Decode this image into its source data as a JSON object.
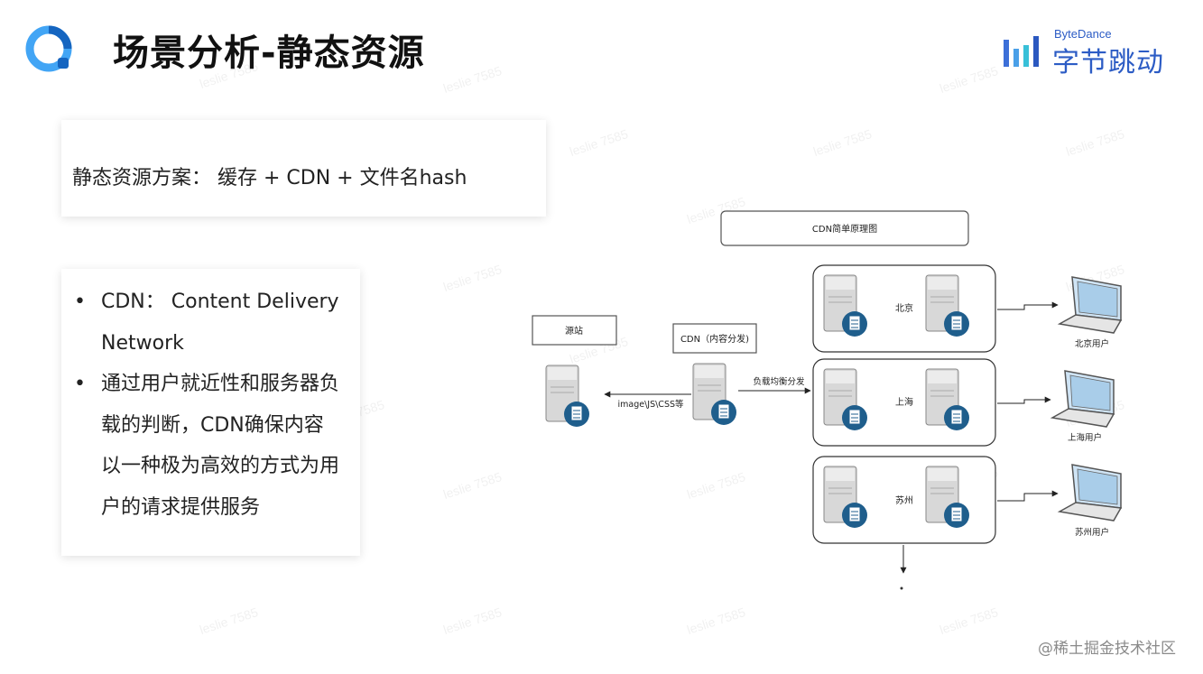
{
  "header": {
    "title": "场景分析-静态资源",
    "brand_en": "ByteDance",
    "brand_zh": "字节跳动"
  },
  "card1": {
    "text": "静态资源方案：  缓存 + CDN + 文件名hash"
  },
  "card2": {
    "bullets": [
      "CDN：  Content Delivery Network",
      "通过用户就近性和服务器负载的判断，CDN确保内容以一种极为高效的方式为用户的请求提供服务"
    ]
  },
  "diagram": {
    "title": "CDN简单原理图",
    "origin_label": "源站",
    "cdn_label": "CDN（内容分发)",
    "arrow_left_label": "image\\JS\\CSS等",
    "arrow_right_label": "负载均衡分发",
    "regions": [
      {
        "city": "北京",
        "user": "北京用户"
      },
      {
        "city": "上海",
        "user": "上海用户"
      },
      {
        "city": "苏州",
        "user": "苏州用户"
      }
    ]
  },
  "footer": {
    "text": "@稀土掘金技术社区"
  },
  "watermark": "leslie 7585",
  "colors": {
    "brand_blue": "#2c5cc5",
    "logo_blue": "#1e88e5"
  }
}
